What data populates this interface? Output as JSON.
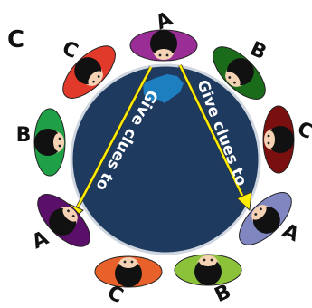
{
  "panel_label": "C",
  "arrow_text": "Give clues to",
  "colors": {
    "table": "#1e3a5f",
    "table_border": "#d0d6df",
    "arrow": "#ffee00",
    "map_blob": "#1e7fc0",
    "face": "#f5d2b4",
    "hair": "#111111"
  },
  "people": [
    {
      "label": "A",
      "color": "#9a2e96",
      "rotate": "left"
    },
    {
      "label": "C",
      "color": "#e23a2a",
      "rotate": "right"
    },
    {
      "label": "B",
      "color": "#1a6b1a",
      "rotate": "right"
    },
    {
      "label": "B",
      "color": "#1fa046",
      "rotate": "none"
    },
    {
      "label": "C",
      "color": "#7a0f0f",
      "rotate": "right"
    },
    {
      "label": "A",
      "color": "#5a0f68",
      "rotate": "left"
    },
    {
      "label": "A",
      "color": "#7f86c0",
      "rotate": "right"
    },
    {
      "label": "C",
      "color": "#e8602a",
      "rotate": "right"
    },
    {
      "label": "B",
      "color": "#8cc23a",
      "rotate": "left"
    }
  ]
}
